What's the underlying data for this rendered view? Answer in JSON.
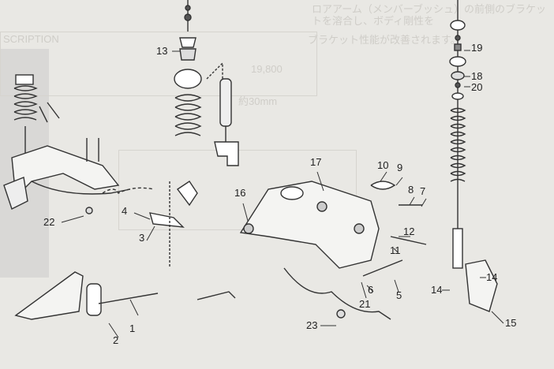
{
  "background_text": {
    "line1": "ロアアーム（メンバーブッシュ）の前側のブラケットを溶合し、ボディ剛性を",
    "line2": "ブラケット性能が改善されます。",
    "header": "SCRIPTION",
    "price": "19,800",
    "line3": "約30mm"
  },
  "callouts": [
    "1",
    "2",
    "3",
    "4",
    "5",
    "6",
    "7",
    "8",
    "9",
    "10",
    "11",
    "12",
    "13",
    "14",
    "14",
    "15",
    "16",
    "17",
    "18",
    "19",
    "20",
    "21",
    "22",
    "23"
  ]
}
